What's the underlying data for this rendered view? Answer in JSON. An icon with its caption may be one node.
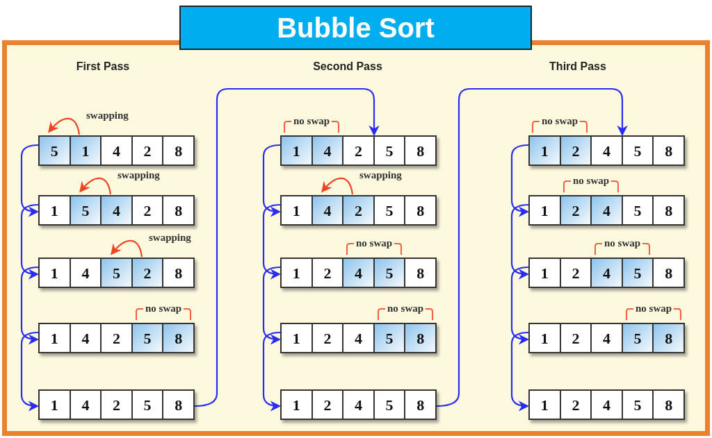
{
  "diagram": {
    "title": "Bubble Sort",
    "nodes": [
      {
        "text": [],
        "shape": "box"
      },
      {
        "text": [
          "5"
        ],
        "in": 0
      },
      {
        "text": [
          "1"
        ],
        "in": 0
      },
      {
        "text": [
          "4"
        ],
        "in": 0
      },
      {
        "text": [
          "2"
        ],
        "in": 0
      },
      {
        "text": [
          "8"
        ],
        "in": 0
      },
      {
        "text": [],
        "shape": "box"
      },
      {
        "text": [
          "1"
        ],
        "in": 6
      },
      {
        "text": [
          "5"
        ],
        "in": 6
      },
      {
        "text": [
          "4"
        ],
        "in": 6
      },
      {
        "text": [
          "2"
        ],
        "in": 6
      },
      {
        "text": [
          "8"
        ],
        "in": 6
      },
      {
        "text": [],
        "shape": "box"
      },
      {
        "text": [
          "1"
        ],
        "in": 12
      },
      {
        "text": [
          "4"
        ],
        "in": 12
      },
      {
        "text": [
          "5"
        ],
        "in": 12
      },
      {
        "text": [
          "2"
        ],
        "in": 12
      },
      {
        "text": [
          "8"
        ],
        "in": 12
      },
      {
        "text": [],
        "shape": "box"
      },
      {
        "text": [
          "1"
        ],
        "in": 18
      },
      {
        "text": [
          "4"
        ],
        "in": 18
      },
      {
        "text": [
          "2"
        ],
        "in": 18
      },
      {
        "text": [
          "5"
        ],
        "in": 18
      },
      {
        "text": [
          "8"
        ],
        "in": 18
      },
      {
        "text": [],
        "shape": "box"
      },
      {
        "text": [
          "1"
        ],
        "in": 24
      },
      {
        "text": [
          "4"
        ],
        "in": 24
      },
      {
        "text": [
          "2"
        ],
        "in": 24
      },
      {
        "text": [
          "5"
        ],
        "in": 24
      },
      {
        "text": [
          "8"
        ],
        "in": 24
      },
      {
        "text": [],
        "shape": "box"
      },
      {
        "text": [
          "1"
        ],
        "in": 30
      },
      {
        "text": [
          "4"
        ],
        "in": 30
      },
      {
        "text": [
          "2"
        ],
        "in": 30
      },
      {
        "text": [
          "5"
        ],
        "in": 30
      },
      {
        "text": [
          "8"
        ],
        "in": 30
      },
      {
        "text": [],
        "shape": "box"
      },
      {
        "text": [
          "1"
        ],
        "in": 36
      },
      {
        "text": [
          "4"
        ],
        "in": 36
      },
      {
        "text": [
          "2"
        ],
        "in": 36
      },
      {
        "text": [
          "5"
        ],
        "in": 36
      },
      {
        "text": [
          "8"
        ],
        "in": 36
      },
      {
        "text": [],
        "shape": "box"
      },
      {
        "text": [
          "1"
        ],
        "in": 42
      },
      {
        "text": [
          "2"
        ],
        "in": 42
      },
      {
        "text": [
          "4"
        ],
        "in": 42
      },
      {
        "text": [
          "5"
        ],
        "in": 42
      },
      {
        "text": [
          "8"
        ],
        "in": 42
      },
      {
        "text": [],
        "shape": "box"
      },
      {
        "text": [
          "1"
        ],
        "in": 48
      },
      {
        "text": [
          "2"
        ],
        "in": 48
      },
      {
        "text": [
          "4"
        ],
        "in": 48
      },
      {
        "text": [
          "5"
        ],
        "in": 48
      },
      {
        "text": [
          "8"
        ],
        "in": 48
      },
      {
        "text": [],
        "shape": "box"
      },
      {
        "text": [
          "1"
        ],
        "in": 54
      },
      {
        "text": [
          "2"
        ],
        "in": 54
      },
      {
        "text": [
          "4"
        ],
        "in": 54
      },
      {
        "text": [
          "5"
        ],
        "in": 54
      },
      {
        "text": [
          "8"
        ],
        "in": 54
      },
      {
        "text": [],
        "shape": "box"
      },
      {
        "text": [
          "1"
        ],
        "in": 60
      },
      {
        "text": [
          "2"
        ],
        "in": 60
      },
      {
        "text": [
          "4"
        ],
        "in": 60
      },
      {
        "text": [
          "5"
        ],
        "in": 60
      },
      {
        "text": [
          "8"
        ],
        "in": 60
      },
      {
        "text": [],
        "shape": "box"
      },
      {
        "text": [
          "1"
        ],
        "in": 66
      },
      {
        "text": [
          "2"
        ],
        "in": 66
      },
      {
        "text": [
          "4"
        ],
        "in": 66
      },
      {
        "text": [
          "5"
        ],
        "in": 66
      },
      {
        "text": [
          "8"
        ],
        "in": 66
      },
      {
        "text": [],
        "shape": "box"
      },
      {
        "text": [
          "1"
        ],
        "in": 72
      },
      {
        "text": [
          "2"
        ],
        "in": 72
      },
      {
        "text": [
          "4"
        ],
        "in": 72
      },
      {
        "text": [
          "5"
        ],
        "in": 72
      },
      {
        "text": [
          "8"
        ],
        "in": 72
      },
      {
        "text": [],
        "shape": "box"
      },
      {
        "text": [
          "1"
        ],
        "in": 78
      },
      {
        "text": [
          "2"
        ],
        "in": 78
      },
      {
        "text": [
          "4"
        ],
        "in": 78
      },
      {
        "text": [
          "5"
        ],
        "in": 78
      },
      {
        "text": [
          "8"
        ],
        "in": 78
      },
      {
        "text": [],
        "shape": "box"
      },
      {
        "text": [
          "1"
        ],
        "in": 84
      },
      {
        "text": [
          "2"
        ],
        "in": 84
      },
      {
        "text": [
          "4"
        ],
        "in": 84
      },
      {
        "text": [
          "5"
        ],
        "in": 84
      },
      {
        "text": [
          "8"
        ],
        "in": 84
      }
    ],
    "edges": [
      {
        "from": 2,
        "to": 1,
        "arrow": "to",
        "label": "swapping",
        "color": "#ee4422"
      },
      {
        "from": 0,
        "to": 6,
        "arrow": "to"
      },
      {
        "from": 9,
        "to": 8,
        "arrow": "to",
        "label": "swapping",
        "color": "#ee4422"
      },
      {
        "from": 6,
        "to": 12,
        "arrow": "to"
      },
      {
        "from": 16,
        "to": 15,
        "arrow": "to",
        "label": "swapping",
        "color": "#ee4422"
      },
      {
        "from": 12,
        "to": 18,
        "arrow": "to"
      },
      {
        "from": 18,
        "to": 24,
        "arrow": "to"
      },
      {
        "from": 24,
        "to": 30,
        "arrow": "to"
      },
      {
        "from": 30,
        "to": 36,
        "arrow": "to"
      },
      {
        "from": 39,
        "to": 38,
        "arrow": "to",
        "label": "swapping",
        "color": "#ee4422"
      },
      {
        "from": 36,
        "to": 42,
        "arrow": "to"
      },
      {
        "from": 42,
        "to": 48,
        "arrow": "to"
      },
      {
        "from": 48,
        "to": 54,
        "arrow": "to"
      },
      {
        "from": 54,
        "to": 60,
        "arrow": "to"
      },
      {
        "from": 60,
        "to": 66,
        "arrow": "to"
      },
      {
        "from": 66,
        "to": 72,
        "arrow": "to"
      },
      {
        "from": 72,
        "to": 78,
        "arrow": "to"
      },
      {
        "from": 78,
        "to": 84,
        "arrow": "to"
      }
    ],
    "labels": [
      "First Pass",
      "Second Pass",
      "Third Pass",
      "no swap",
      "no swap",
      "no swap",
      "no swap",
      "no swap",
      "no swap",
      "no swap",
      "no swap"
    ]
  }
}
